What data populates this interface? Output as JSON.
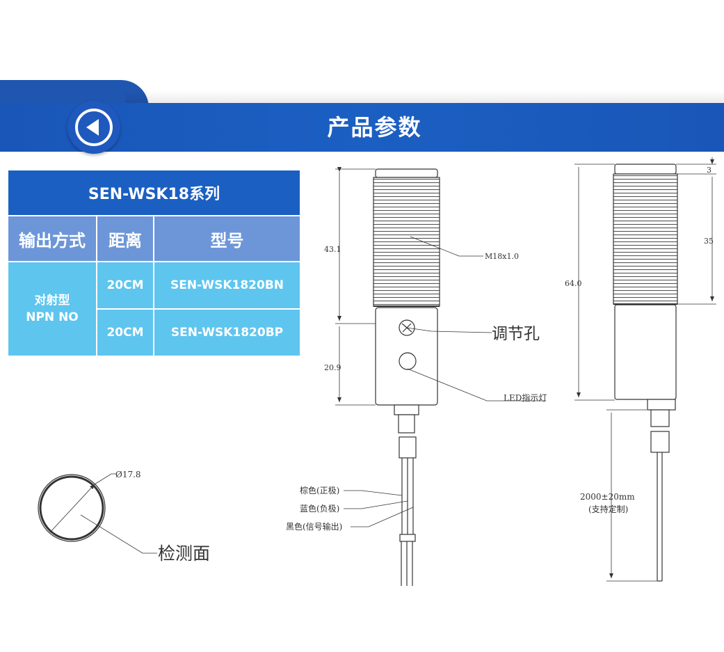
{
  "header": {
    "title": "产品参数",
    "back_icon": "back-arrow-icon",
    "accent": "#1b5fc2"
  },
  "spec_table": {
    "title": "SEN-WSK18系列",
    "columns": [
      "输出方式",
      "距离",
      "型号"
    ],
    "output_type_line1": "对射型",
    "output_type_line2": "NPN NO",
    "rows": [
      {
        "distance": "20CM",
        "model": "SEN-WSK1820BN"
      },
      {
        "distance": "20CM",
        "model": "SEN-WSK1820BP"
      }
    ],
    "colors": {
      "title_bg": "#1b5fc2",
      "header_bg": "#6d96d9",
      "cell_bg": "#5ec5ee"
    }
  },
  "front_view": {
    "dim_thread_length": "43.1",
    "dim_body_length": "20.9",
    "thread_spec": "M18x1.0",
    "adjust_hole": "调节孔",
    "led": "LED指示灯",
    "wire_brown": "棕色(正极)",
    "wire_blue": "蓝色(负极)",
    "wire_black": "黑色(信号输出)"
  },
  "side_view": {
    "dim_top": "3",
    "dim_thread": "35",
    "dim_total": "64.0",
    "cable_length": "2000±20mm",
    "cable_note": "(支持定制)"
  },
  "face_view": {
    "diameter": "Ø17.8",
    "face_label": "检测面"
  }
}
